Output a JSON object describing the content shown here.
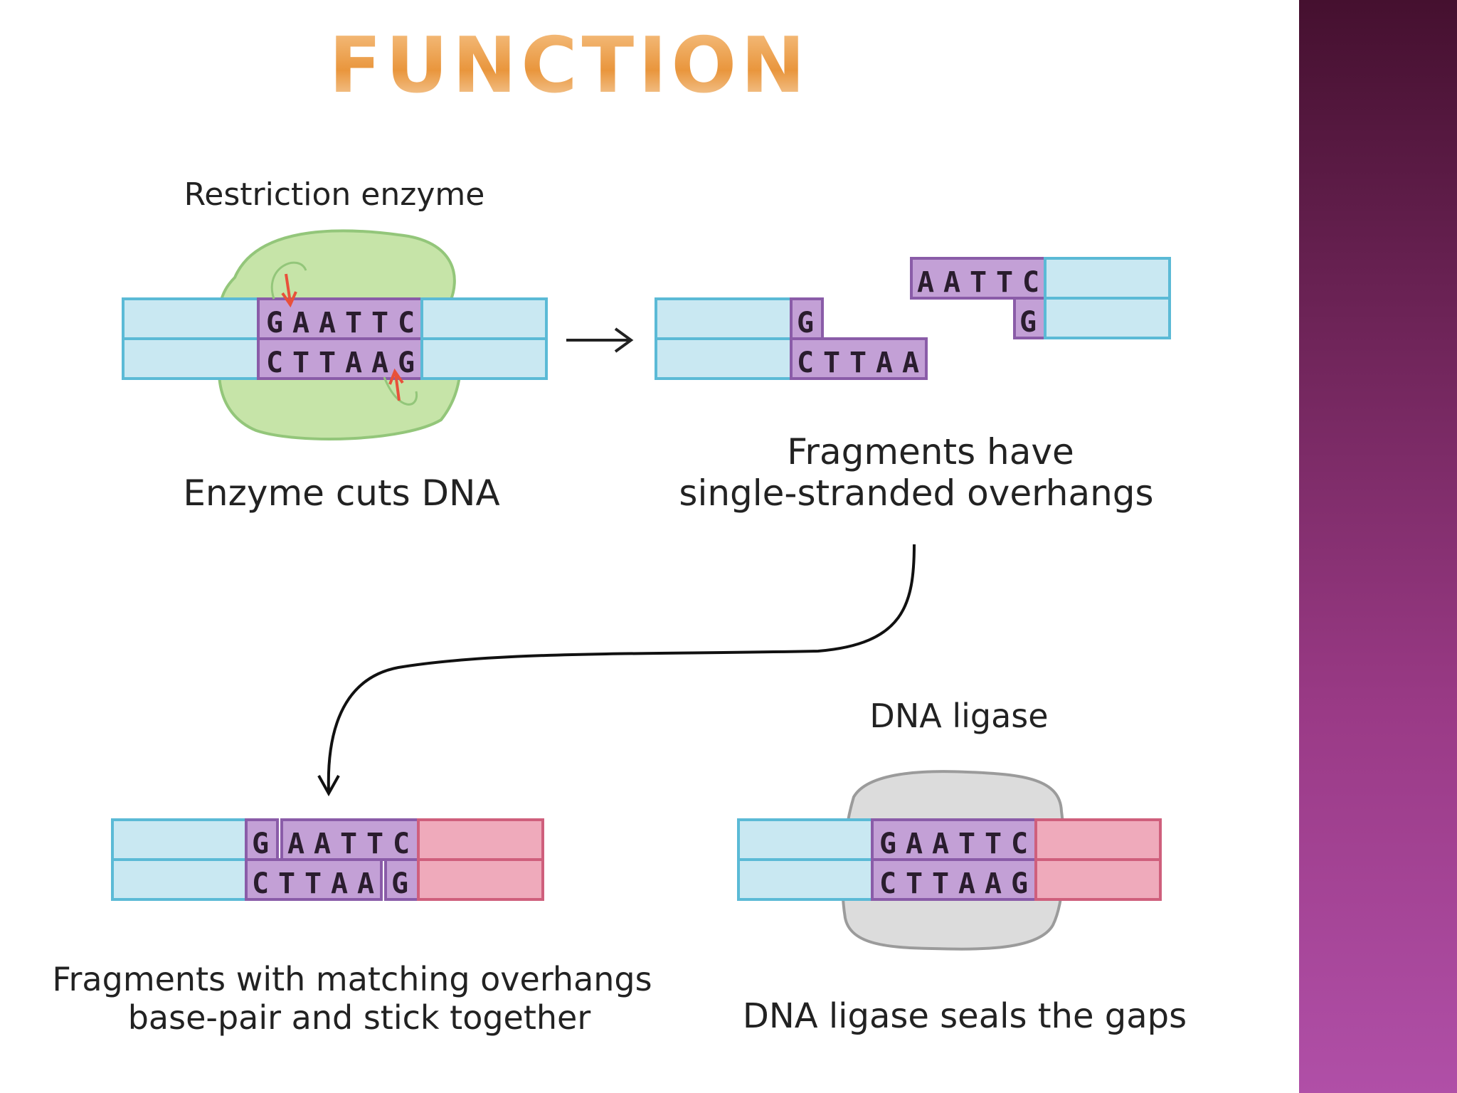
{
  "slide": {
    "title": "FUNCTION"
  },
  "diagram": {
    "restriction_enzyme_label": "Restriction enzyme",
    "cut_step": {
      "top_sequence": [
        "G",
        "A",
        "A",
        "T",
        "T",
        "C"
      ],
      "bottom_sequence": [
        "C",
        "T",
        "T",
        "A",
        "A",
        "G"
      ],
      "caption": "Enzyme cuts DNA"
    },
    "fragments_step": {
      "left_top": [
        "G"
      ],
      "left_bottom": [
        "C",
        "T",
        "T",
        "A",
        "A"
      ],
      "right_top": [
        "A",
        "A",
        "T",
        "T",
        "C"
      ],
      "right_bottom": [
        "G"
      ],
      "caption_line1": "Fragments have",
      "caption_line2": "single-stranded overhangs"
    },
    "pairing_step": {
      "top_left": [
        "G"
      ],
      "top_right": [
        "A",
        "A",
        "T",
        "T",
        "C"
      ],
      "bottom_left": [
        "C",
        "T",
        "T",
        "A",
        "A"
      ],
      "bottom_right": [
        "G"
      ],
      "caption_line1": "Fragments with matching overhangs",
      "caption_line2": "base-pair and stick together"
    },
    "ligase_step": {
      "ligase_label": "DNA ligase",
      "top_sequence": [
        "G",
        "A",
        "A",
        "T",
        "T",
        "C"
      ],
      "bottom_sequence": [
        "C",
        "T",
        "T",
        "A",
        "A",
        "G"
      ],
      "caption": "DNA ligase seals the gaps"
    },
    "colors": {
      "dna_blue": "#c9e8f2",
      "dna_blue_border": "#5bbad6",
      "site_purple": "#c3a0d6",
      "site_purple_border": "#8a5ca8",
      "dna_pink": "#efaabb",
      "dna_pink_border": "#cf5f7c",
      "enzyme_green": "#c6e4a8",
      "enzyme_green_border": "#93c67a",
      "ligase_gray": "#dcdcdc",
      "ligase_gray_border": "#9b9b9b",
      "cut_arrow_red": "#e8503a",
      "title_orange": "#e9963d",
      "sidebar_purple": "#8a2f78"
    }
  }
}
